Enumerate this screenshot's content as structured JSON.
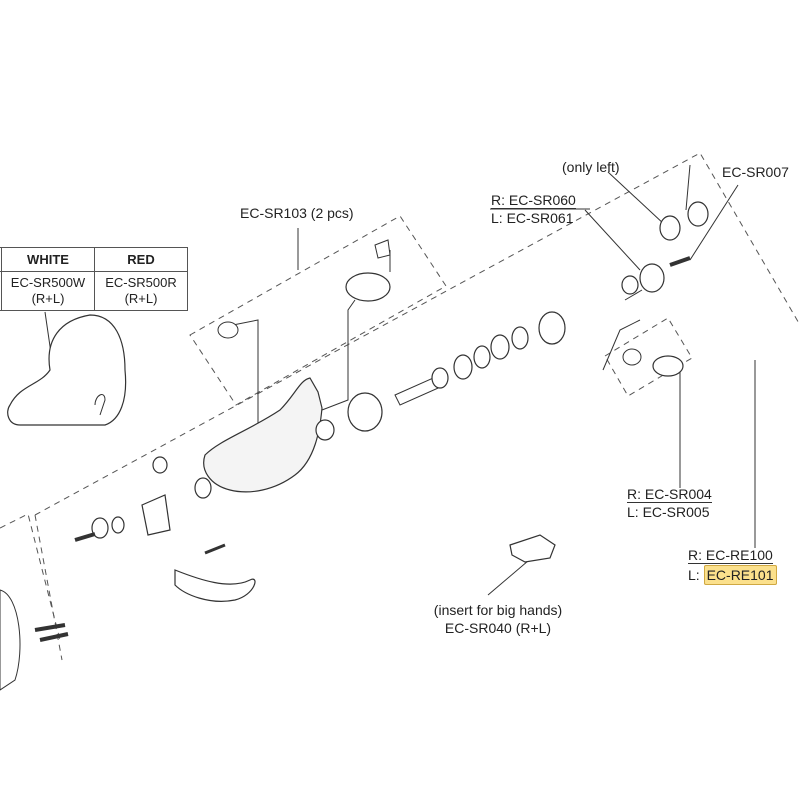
{
  "table": {
    "headers": [
      "WHITE",
      "RED"
    ],
    "rows": [
      {
        "white": "EC-SR500W",
        "white_sub": "(R+L)",
        "red": "EC-SR500R",
        "red_sub": "(R+L)"
      }
    ]
  },
  "labels": {
    "sr103": "EC-SR103 (2 pcs)",
    "only_left": "(only left)",
    "sr007": "EC-SR007",
    "sr060": "R: EC-SR060",
    "sr061": "L: EC-SR061",
    "sr004": "R: EC-SR004",
    "sr005": "L: EC-SR005",
    "re100": "R: EC-RE100",
    "re101_prefix": "L:",
    "re101": "EC-RE101",
    "insert_note": "(insert for big hands)",
    "sr040": "EC-SR040 (R+L)"
  },
  "colors": {
    "highlight": "#fbe08c",
    "line": "#333333"
  }
}
